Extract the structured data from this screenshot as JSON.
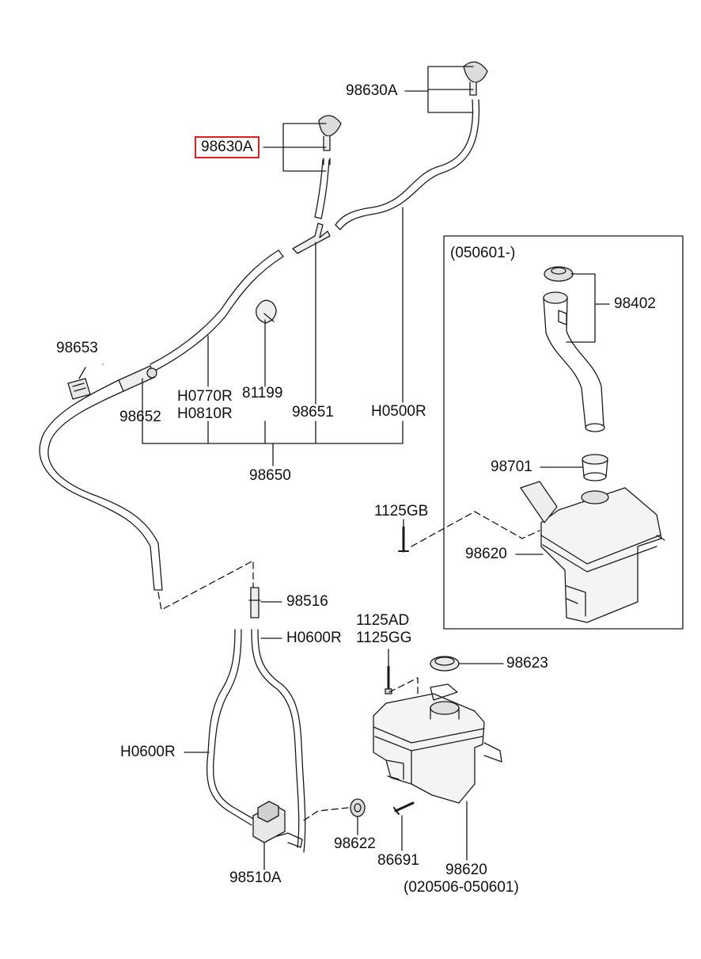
{
  "labels": {
    "nozzle_right": "98630A",
    "nozzle_left": "98630A",
    "connector_98653": "98653",
    "hose_h0770r": "H0770R",
    "hose_h0810r": "H0810R",
    "clip_81199": "81199",
    "joint_98651": "98651",
    "hose_h0500r": "H0500R",
    "valve_98652": "98652",
    "hose_assy": "98650",
    "connector_98516": "98516",
    "hose_h0600r_right": "H0600R",
    "hose_h0600r_left": "H0600R",
    "pump": "98510A",
    "bolt_1125ad": "1125AD",
    "bolt_1125gg": "1125GG",
    "cap_98623": "98623",
    "grommet_98622": "98622",
    "bolt_86691": "86691",
    "reservoir_old": "98620",
    "reservoir_old_range": "(020506-050601)",
    "inset_range": "(050601-)",
    "filler_98402": "98402",
    "seal_98701": "98701",
    "bolt_1125gb": "1125GB",
    "reservoir_new": "98620"
  },
  "colors": {
    "line": "#1a1a1a",
    "highlight": "#e02020",
    "background": "#ffffff"
  }
}
